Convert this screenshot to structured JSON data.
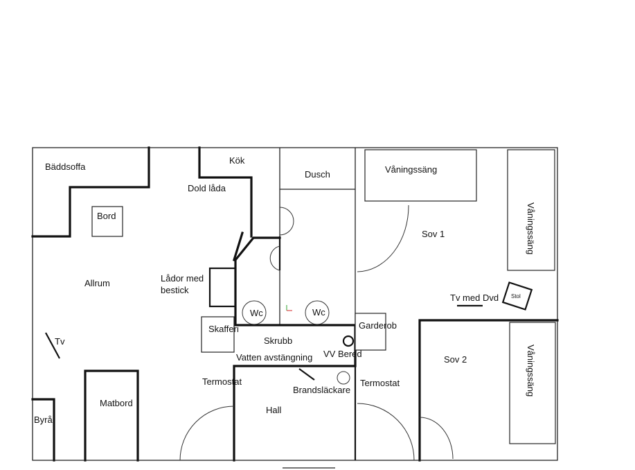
{
  "labels": {
    "baddsoffa": "Bäddsoffa",
    "kok": "Kök",
    "dusch": "Dusch",
    "vaningssang_top": "Våningssäng",
    "dold_lada": "Dold låda",
    "bord": "Bord",
    "sov1": "Sov 1",
    "vaningssang_right_top": "Våningssäng",
    "allrum": "Allrum",
    "lador_line1": "Lådor med",
    "lador_line2": "bestick",
    "wc1": "Wc",
    "wc2": "Wc",
    "tv_med_dvd": "Tv med Dvd",
    "stol": "Stol",
    "skafferi": "Skafferi",
    "garderob": "Garderob",
    "tv": "Tv",
    "skrubb": "Skrubb",
    "vatten": "Vatten avstängning",
    "vv_bered": "VV Bered",
    "sov2": "Sov 2",
    "vaningssang_right_bottom": "Våningssäng",
    "termostat_left": "Termostat",
    "brandslackare": "Brandsläckare",
    "termostat_right": "Termostat",
    "matbord": "Matbord",
    "hall": "Hall",
    "byra": "Byrå"
  }
}
